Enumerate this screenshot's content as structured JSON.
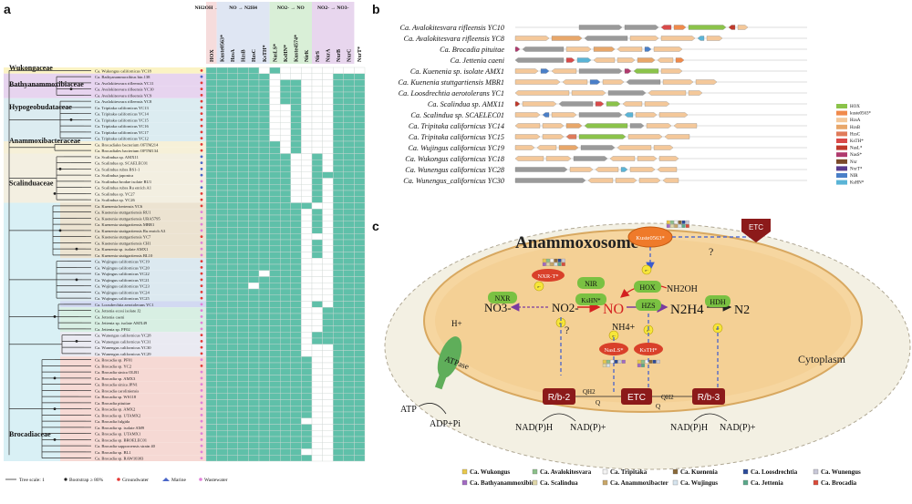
{
  "panel_labels": {
    "a": "a",
    "b": "b",
    "c": "c"
  },
  "panel_a": {
    "column_groups": [
      {
        "label": "NH2OH → NO",
        "span": 1,
        "color": "#f6dcdc"
      },
      {
        "label": "NO → N2H4",
        "span": 5,
        "color": "#dfe6f3"
      },
      {
        "label": "NO2- → NO",
        "span": 4,
        "color": "#d9efd7"
      },
      {
        "label": "NO2- → NO3-",
        "span": 4,
        "color": "#e8d6ee"
      }
    ],
    "columns": [
      "HOX",
      "Kuste0563*",
      "HzsA",
      "HzsB",
      "HzsC",
      "KsTH*",
      "NasLS*",
      "KsHN*",
      "Kuste4574*",
      "NirK",
      "NirS",
      "NxrA",
      "NxrB",
      "NxrC",
      "NxrT*"
    ],
    "families": [
      {
        "name": "Wukongaceae",
        "color": "#fbf3c4",
        "rows": [
          0,
          0
        ]
      },
      {
        "name": "Bathyanammoxibiaceae",
        "color": "#e7d4ef",
        "rows": [
          1,
          4
        ]
      },
      {
        "name": "Hypogeobudataceae",
        "color": "#dcecf1",
        "rows": [
          5,
          11
        ]
      },
      {
        "name": "Anammoxibacteraceae",
        "color": "#f6f0d8",
        "rows": [
          12,
          13
        ]
      },
      {
        "name": "Scalinduaceae",
        "color": "#f3efe1",
        "rows": [
          14,
          22
        ]
      },
      {
        "name": "Brocadiaceae",
        "color": "#d9f0f5",
        "rows": [
          23,
          70
        ]
      }
    ],
    "taxa": [
      {
        "name": "Ca. Wukongus californicus YC18",
        "bg": "#fbf3c4",
        "dot": "#e53935"
      },
      {
        "name": "Ca. Bathyanammoxibius bin.138",
        "bg": "#e7d4ef",
        "dot": "#4a66c8"
      },
      {
        "name": "Ca. Avalokitesvara rifleensis YC11",
        "bg": "#e7d4ef",
        "dot": "#e53935"
      },
      {
        "name": "Ca. Avalokitesvara rifleensis YC10",
        "bg": "#e7d4ef",
        "dot": "#e53935"
      },
      {
        "name": "Ca. Avalokitesvara rifleensis YC9",
        "bg": "#e7d4ef",
        "dot": "#e53935"
      },
      {
        "name": "Ca. Avalokitesvara rifleensis YC8",
        "bg": "#dcecf1",
        "dot": "#e53935"
      },
      {
        "name": "Ca. Tripitaka californicus YC13",
        "bg": "#dcecf1",
        "dot": "#e53935"
      },
      {
        "name": "Ca. Tripitaka californicus YC14",
        "bg": "#dcecf1",
        "dot": "#e53935"
      },
      {
        "name": "Ca. Tripitaka californicus YC15",
        "bg": "#dcecf1",
        "dot": "#e53935"
      },
      {
        "name": "Ca. Tripitaka californicus YC16",
        "bg": "#dcecf1",
        "dot": "#e53935"
      },
      {
        "name": "Ca. Tripitaka californicus YC17",
        "bg": "#dcecf1",
        "dot": "#e53935"
      },
      {
        "name": "Ca. Tripitaka californicus YC12",
        "bg": "#dcecf1",
        "dot": "#e53935"
      },
      {
        "name": "Ca. Brocadiales bacterium OFTM214",
        "bg": "#f6f0d8",
        "dot": "#e53935"
      },
      {
        "name": "Ca. Brocadiales bacterium OFTM134",
        "bg": "#f6f0d8",
        "dot": "#e53935"
      },
      {
        "name": "Ca. Scalindua sp. AMX11",
        "bg": "#f3efe1",
        "dot": "#4a66c8"
      },
      {
        "name": "Ca. Scalindua sp. SCAELEC01",
        "bg": "#f3efe1",
        "dot": "#4a66c8"
      },
      {
        "name": "Ca. Scalindua rubra BS1-1",
        "bg": "#f3efe1",
        "dot": "#4a66c8"
      },
      {
        "name": "Ca. Scalindua japonica",
        "bg": "#f3efe1",
        "dot": "#4a66c8"
      },
      {
        "name": "Ca. Scalindua brodae isolate RU1",
        "bg": "#f3efe1",
        "dot": "#e080d8"
      },
      {
        "name": "Ca. Scalindua rubra Ru enrich A1",
        "bg": "#f3efe1",
        "dot": "#4a66c8"
      },
      {
        "name": "Ca. Scalindua sp. YC27",
        "bg": "#f3efe1",
        "dot": "#e53935"
      },
      {
        "name": "Ca. Scalindua sp. YC26",
        "bg": "#f3efe1",
        "dot": "#e53935"
      },
      {
        "name": "Ca. Kuenenia hertensis YC6",
        "bg": "#ece3d1",
        "dot": "#e53935"
      },
      {
        "name": "Ca. Kuenenia stuttgartiensis RU1",
        "bg": "#ece3d1",
        "dot": "#e080d8"
      },
      {
        "name": "Ca. Kuenenia stuttgartiensis UBA5795",
        "bg": "#ece3d1",
        "dot": "#e080d8"
      },
      {
        "name": "Ca. Kuenenia stuttgartiensis MBR1",
        "bg": "#ece3d1",
        "dot": "#e080d8"
      },
      {
        "name": "Ca. Kuenenia stuttgartiensis Ru enrich A3",
        "bg": "#ece3d1",
        "dot": "#e080d8"
      },
      {
        "name": "Ca. Kuenenia stuttgartiensis YC7",
        "bg": "#ece3d1",
        "dot": "#e53935"
      },
      {
        "name": "Ca. Kuenenia stuttgartiensis CH1",
        "bg": "#ece3d1",
        "dot": "#e080d8"
      },
      {
        "name": "Ca. Kuenenia sp. isolate AMX1",
        "bg": "#ece3d1",
        "dot": "#e080d8"
      },
      {
        "name": "Ca. Kuenenia stuttgartiensis BL10",
        "bg": "#ece3d1",
        "dot": "#e080d8"
      },
      {
        "name": "Ca. Wujingus californicus YC19",
        "bg": "#dce9f0",
        "dot": "#e53935"
      },
      {
        "name": "Ca. Wujingus californicus YC20",
        "bg": "#dce9f0",
        "dot": "#e53935"
      },
      {
        "name": "Ca. Wujingus californicus YC22",
        "bg": "#dce9f0",
        "dot": "#e53935"
      },
      {
        "name": "Ca. Wujingus californicus YC21",
        "bg": "#dce9f0",
        "dot": "#e53935"
      },
      {
        "name": "Ca. Wujingus californicus YC23",
        "bg": "#dce9f0",
        "dot": "#e53935"
      },
      {
        "name": "Ca. Wujingus californicus YC24",
        "bg": "#dce9f0",
        "dot": "#e53935"
      },
      {
        "name": "Ca. Wujingus californicus YC25",
        "bg": "#dce9f0",
        "dot": "#e53935"
      },
      {
        "name": "Ca. Loosdrechtia aerotolerans YC1",
        "bg": "#d2d9f2",
        "dot": "#e080d8"
      },
      {
        "name": "Ca. Jettenia ecosi isolate J2",
        "bg": "#d8efe3",
        "dot": "#e080d8"
      },
      {
        "name": "Ca. Jettenia caeni",
        "bg": "#d8efe3",
        "dot": "#e080d8"
      },
      {
        "name": "Ca. Jettenia sp. isolate AMX49",
        "bg": "#d8efe3",
        "dot": "#e080d8"
      },
      {
        "name": "Ca. Jettenia sp. PF02",
        "bg": "#d8efe3",
        "dot": "#e080d8"
      },
      {
        "name": "Ca. Wunengus californicus YC28",
        "bg": "#eaeaf2",
        "dot": "#e53935"
      },
      {
        "name": "Ca. Wunengus californicus YC31",
        "bg": "#eaeaf2",
        "dot": "#e53935"
      },
      {
        "name": "Ca. Wunengus californicus YC30",
        "bg": "#eaeaf2",
        "dot": "#e53935"
      },
      {
        "name": "Ca. Wunengus californicus YC29",
        "bg": "#eaeaf2",
        "dot": "#e53935"
      },
      {
        "name": "Ca. Brocadia sp. PF01",
        "bg": "#f6d9d4",
        "dot": "#e080d8"
      },
      {
        "name": "Ca. Brocadia sp. YC2",
        "bg": "#f6d9d4",
        "dot": "#e53935"
      },
      {
        "name": "Ca. Brocadia sinica OLB1",
        "bg": "#f6d9d4",
        "dot": "#e080d8"
      },
      {
        "name": "Ca. Brocadia sp. AMX3",
        "bg": "#f6d9d4",
        "dot": "#e080d8"
      },
      {
        "name": "Ca. Brocadia sinica JPN1",
        "bg": "#f6d9d4",
        "dot": "#e080d8"
      },
      {
        "name": "Ca. Brocadia caroliniensis",
        "bg": "#f6d9d4",
        "dot": "#e080d8"
      },
      {
        "name": "Ca. Brocadia sp. WS118",
        "bg": "#f6d9d4",
        "dot": "#e080d8"
      },
      {
        "name": "Ca. Brocadia pituitae",
        "bg": "#f6d9d4",
        "dot": "#e080d8"
      },
      {
        "name": "Ca. Brocadia sp. AMX2",
        "bg": "#f6d9d4",
        "dot": "#e080d8"
      },
      {
        "name": "Ca. Brocadia sp. UTAMX2",
        "bg": "#f6d9d4",
        "dot": "#e080d8"
      },
      {
        "name": "Ca. Brocadia fulgida",
        "bg": "#f6d9d4",
        "dot": "#e080d8"
      },
      {
        "name": "Ca. Brocadia sp. isolate AM9",
        "bg": "#f6d9d4",
        "dot": "#e080d8"
      },
      {
        "name": "Ca. Brocadia sp. UTAMX1",
        "bg": "#f6d9d4",
        "dot": "#e080d8"
      },
      {
        "name": "Ca. Brocadia sp. BROELEC01",
        "bg": "#f6d9d4",
        "dot": "#e080d8"
      },
      {
        "name": "Ca. Brocadia sapporoensis strain 40",
        "bg": "#f6d9d4",
        "dot": "#e080d8"
      },
      {
        "name": "Ca. Brocadia sp. BL1",
        "bg": "#f6d9d4",
        "dot": "#e080d8"
      },
      {
        "name": "Ca. Brocadia sp. RAW10303",
        "bg": "#f6d9d4",
        "dot": "#e080d8"
      }
    ],
    "matrix": [
      "111110100000000",
      "111111000000111",
      "111111011000111",
      "111111011000111",
      "111111011000111",
      "111111011000111",
      "111111001000111",
      "111111001000111",
      "111111001000111",
      "111111001000111",
      "111111001000111",
      "111111001000111",
      "111111101000111",
      "111111101000111",
      "111111110010111",
      "111111110010111",
      "111111110010111",
      "111111110011111",
      "111111110010111",
      "111111110010111",
      "111111110010111",
      "111111110010111",
      "111111111100111",
      "111111111010111",
      "111111111010111",
      "111111111010111",
      "111111111010111",
      "111111111000111",
      "111111111010111",
      "111111111010111",
      "111111111010111",
      "111111111000111",
      "111111111000111",
      "111110111000111",
      "111111111000111",
      "111101111000111",
      "111111111000111",
      "111111111000111",
      "111111111010111",
      "111111111001111",
      "111111111001111",
      "111111111001111",
      "111111111001111",
      "111111111011111",
      "111111111011111",
      "111111111000111",
      "111111111000111",
      "111111111100111",
      "111111111100111",
      "111111111100111",
      "111111111100111",
      "111111111100111",
      "111111111100111",
      "111111111100111",
      "111111111100111",
      "111111111100111",
      "111111111100111",
      "111111111000111",
      "111111111100111",
      "111111111100111",
      "111111111100111",
      "111111111100111",
      "111111111000111",
      "111111111100111"
    ],
    "legend": {
      "tree_scale": "Tree scale: 1",
      "bootstrap": "Bootstrap ≥ 80%",
      "groundwater": "Groundwater",
      "marine": "Marine",
      "wastewater": "Wastewater"
    },
    "colors": {
      "present": "#5fc0a9",
      "absent": "#ffffff",
      "groundwater": "#e53935",
      "marine": "#4a66c8",
      "wastewater": "#e080d8"
    }
  },
  "panel_b": {
    "genomes": [
      "Ca. Avalokitesvara rifleensis YC10",
      "Ca. Avalokitesvara rifleensis YC8",
      "Ca. Brocadia pituitae",
      "Ca. Jettenia caeni",
      "Ca. Kuenenia sp. isolate AMX1",
      "Ca. Kuenenia stuttgartiensis MBR1",
      "Ca. Loosdrechtia aerotolerans YC1",
      "Ca. Scalindua sp. AMX11",
      "Ca. Scalindua sp. SCAELEC01",
      "Ca. Tripitaka californicus YC14",
      "Ca. Tripitaka californicus YC15",
      "Ca. Wujingus californicus YC19",
      "Ca. Wukongus californicus YC18",
      "Ca. Wunengus californicus YC28",
      "Ca. Wunengus_californicus YC30"
    ],
    "gene_legend": [
      {
        "name": "HOX",
        "color": "#8bc34a"
      },
      {
        "name": "kuste0563*",
        "color": "#f08a4b"
      },
      {
        "name": "HzsA",
        "color": "#f4c89a"
      },
      {
        "name": "HzsB",
        "color": "#e8a76a"
      },
      {
        "name": "HzsC",
        "color": "#e07b5a"
      },
      {
        "name": "KsTH*",
        "color": "#d94a4a"
      },
      {
        "name": "NasL*",
        "color": "#c0392b"
      },
      {
        "name": "NasS*",
        "color": "#b03a6e"
      },
      {
        "name": "Nxr",
        "color": "#7b4a2a"
      },
      {
        "name": "NxrT*",
        "color": "#5a3b8c"
      },
      {
        "name": "NIR",
        "color": "#4a7fc8"
      },
      {
        "name": "KsHN*",
        "color": "#5ab4d6"
      }
    ],
    "other_color": "#e6cfa8",
    "hyp_color": "#9a9a9a"
  },
  "panel_c": {
    "title": "Anammoxosome",
    "cytoplasm": "Cytoplasm",
    "species": {
      "no3": "NO3-",
      "no2": "NO2-",
      "no": "NO",
      "nh4": "NH4+",
      "n2h4": "N2H4",
      "n2": "N2",
      "nh2oh": "NH2OH"
    },
    "enzymes": {
      "nxr": "NXR",
      "nxrt": "NXR-T*",
      "nir": "NIR",
      "kshn": "KsHN*",
      "hox": "HOX",
      "hzs": "HZS",
      "hdh": "HDH",
      "kuste": "Kuste0563*",
      "etc_top": "ETC",
      "nasls": "NasLS*",
      "ksth": "KsTH*",
      "rb2": "R/b-2",
      "etc_bottom": "ETC",
      "rb3": "R/b-3",
      "atpase": "ATPase"
    },
    "labels": {
      "h": "H+",
      "atp": "ATP",
      "adp": "ADP+Pi",
      "nadph1": "NAD(P)H",
      "nadp1": "NAD(P)+",
      "nadph2": "NAD(P)H",
      "nadp2": "NAD(P)+",
      "qh2a": "QH2",
      "qa": "Q",
      "qh2b": "QH2",
      "qb": "Q",
      "q1": "?",
      "q2": "?",
      "e": "e-"
    },
    "genus_legend": [
      {
        "name": "Ca. Wukongus",
        "color": "#e8c84a"
      },
      {
        "name": "Ca. Avalokitesvara",
        "color": "#8cc08a"
      },
      {
        "name": "Ca. Tripitaka",
        "color": "#f3f3f3"
      },
      {
        "name": "Ca. Kuenenia",
        "color": "#8a6a3a"
      },
      {
        "name": "Ca. Loosdrechtia",
        "color": "#2b4a9a"
      },
      {
        "name": "Ca. Wunengus",
        "color": "#c8c8d8"
      },
      {
        "name": "Ca. Bathyanammoxibius",
        "color": "#a26ac2"
      },
      {
        "name": "Ca. Scalindua",
        "color": "#e0d7a8"
      },
      {
        "name": "Ca. Anammoxibacter",
        "color": "#c8a668"
      },
      {
        "name": "Ca. Wujingus",
        "color": "#d6e4ee"
      },
      {
        "name": "Ca. Jettenia",
        "color": "#5aa88a"
      },
      {
        "name": "Ca. Brocadia",
        "color": "#d94a3a"
      }
    ]
  }
}
